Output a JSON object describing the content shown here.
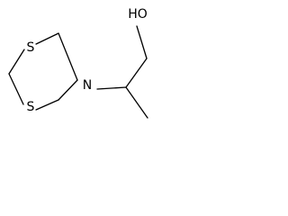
{
  "molecule": {
    "atoms": {
      "s_top": "S",
      "s_bottom": "S",
      "n": "N",
      "oh": "HO"
    }
  }
}
